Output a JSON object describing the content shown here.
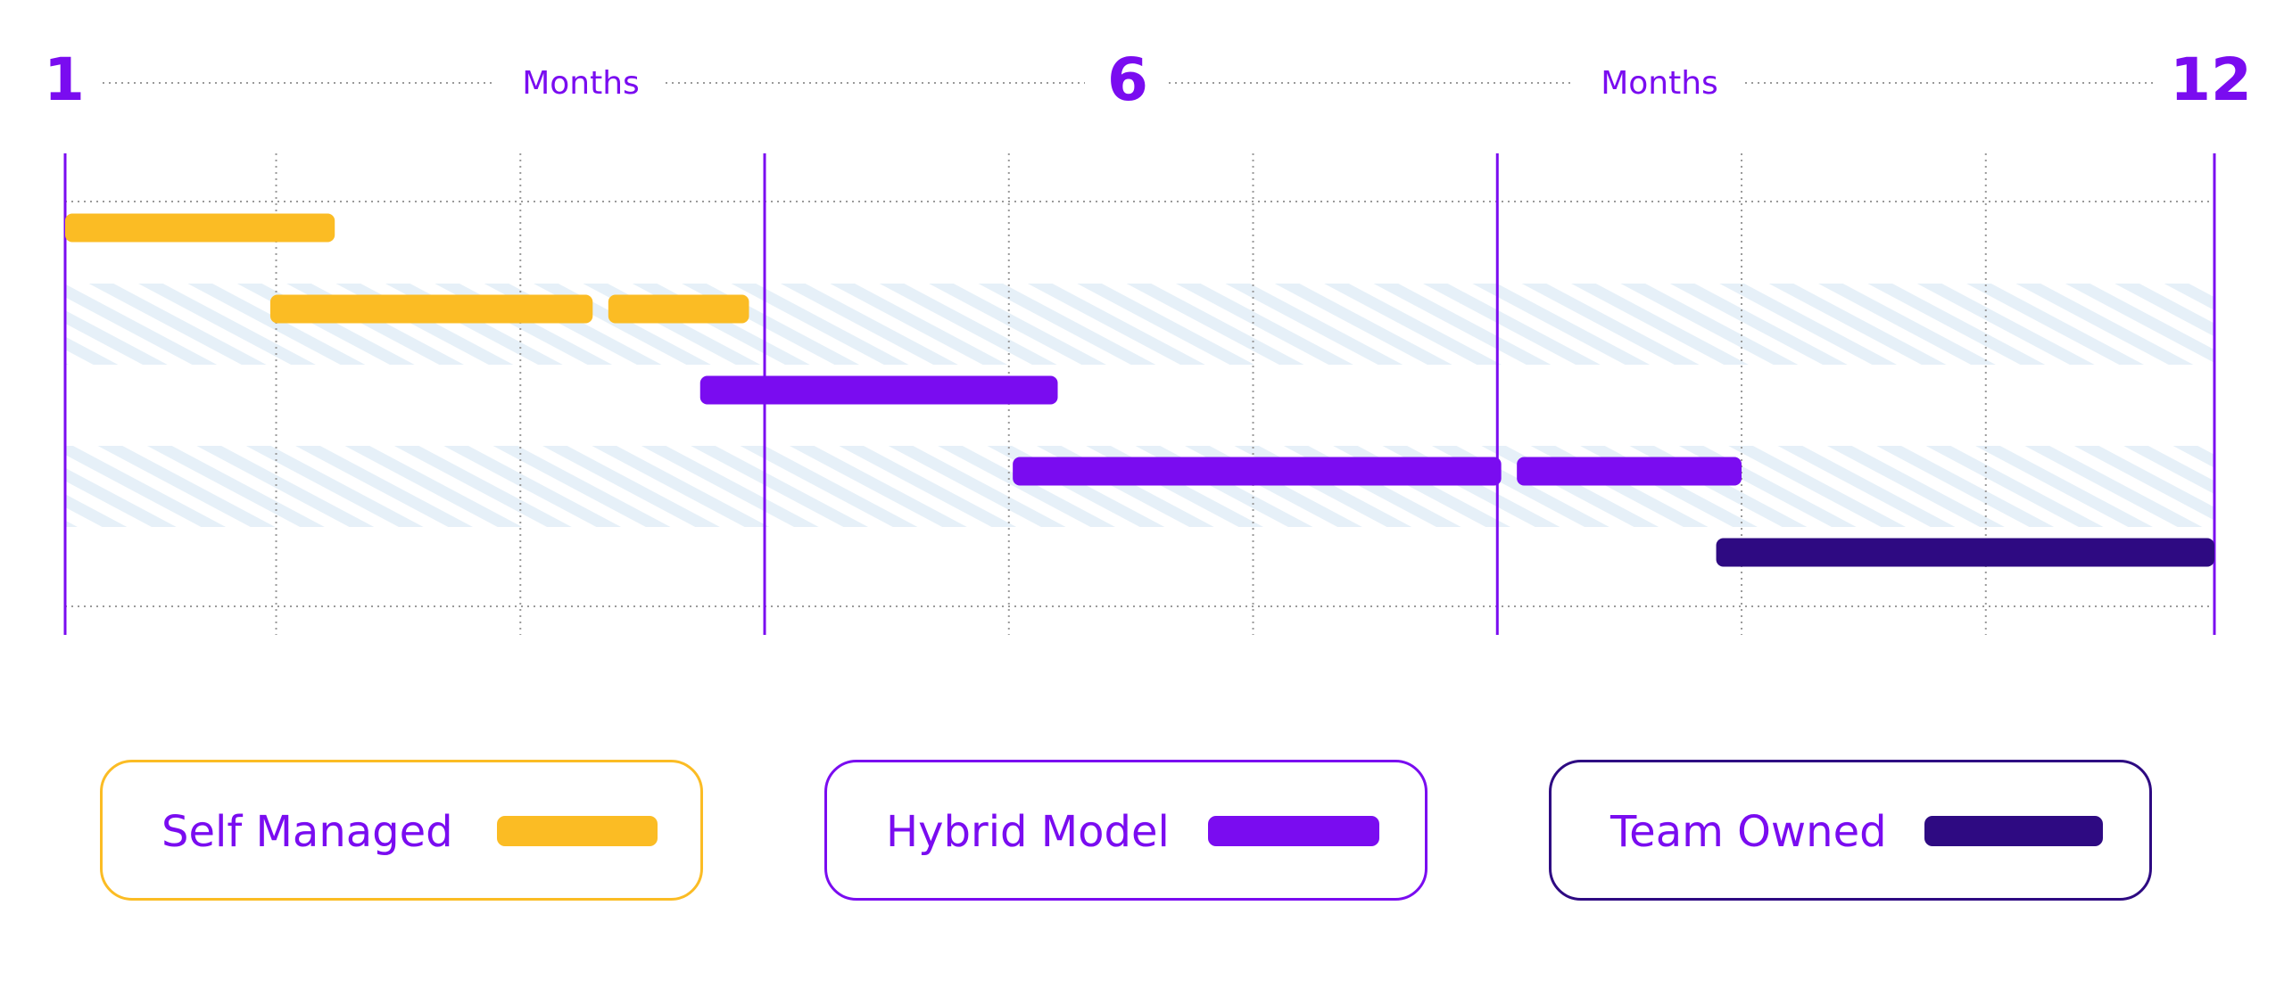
{
  "header": {
    "start_label": "1",
    "mid_label": "6",
    "end_label": "12",
    "segment_label_1": "Months",
    "segment_label_2": "Months"
  },
  "colors": {
    "self_managed": "#fbbc24",
    "hybrid_model": "#7a0cf0",
    "team_owned": "#2e0a82",
    "accent_text": "#7a0cf0",
    "grid_dotted": "#9a9a9a",
    "stripe": "#e6f0f8"
  },
  "chart_data": {
    "type": "bar",
    "xlim": [
      1,
      12
    ],
    "x_ticks": [
      "1",
      "6",
      "12"
    ],
    "x_major_lines": [
      1,
      4.58,
      8.33,
      12
    ],
    "x_minor_lines": [
      2.08,
      3.33,
      5.83,
      7.08,
      9.58,
      10.83
    ],
    "rows": 5,
    "striped_rows": [
      1,
      3
    ],
    "tasks": [
      {
        "series": "Self Managed",
        "row": 0,
        "start": 1.0,
        "end": 2.38
      },
      {
        "series": "Self Managed",
        "row": 1,
        "start": 2.05,
        "end": 3.7
      },
      {
        "series": "Self Managed",
        "row": 1,
        "start": 3.78,
        "end": 4.5
      },
      {
        "series": "Hybrid Model",
        "row": 2,
        "start": 4.25,
        "end": 6.08
      },
      {
        "series": "Hybrid Model",
        "row": 3,
        "start": 5.85,
        "end": 8.35
      },
      {
        "series": "Hybrid Model",
        "row": 3,
        "start": 8.43,
        "end": 9.58
      },
      {
        "series": "Team Owned",
        "row": 4,
        "start": 9.45,
        "end": 12.0
      }
    ],
    "legend": [
      {
        "name": "Self Managed",
        "color_key": "self_managed"
      },
      {
        "name": "Hybrid Model",
        "color_key": "hybrid_model"
      },
      {
        "name": "Team Owned",
        "color_key": "team_owned"
      }
    ]
  }
}
